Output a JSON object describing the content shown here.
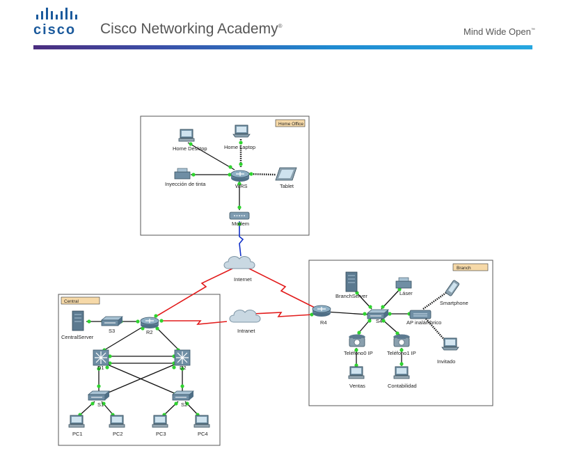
{
  "header": {
    "brand": "cisco",
    "academy": "Cisco Networking Academy",
    "registered": "®",
    "tagline": "Mind Wide Open",
    "tagline_mark": "™",
    "rule_colors": [
      "#4b2d7f",
      "#1f8bd1",
      "#27a7e0"
    ]
  },
  "areas": {
    "home_office": "Home Office",
    "branch": "Branch",
    "central": "Central"
  },
  "devices": {
    "home_desktop": "Home Desktop",
    "home_laptop": "Home Laptop",
    "inyeccion": "Inyección de tinta",
    "wrs": "WRS",
    "tablet": "Tablet",
    "modem": "Modem",
    "internet": "Internet",
    "intranet": "Intranet",
    "central_server": "CentralServer",
    "s3": "S3",
    "r2": "R2",
    "d1": "D1",
    "d2": "D2",
    "s1": "S1",
    "s2": "S2",
    "pc1": "PC1",
    "pc2": "PC2",
    "pc3": "PC3",
    "pc4": "PC4",
    "branch_server": "BranchServer",
    "laser": "Láser",
    "smartphone": "Smartphone",
    "r4": "R4",
    "s4": "S4",
    "ap": "AP inalámbrico",
    "invitado": "Invitado",
    "telefono0": "Teléfono0 IP",
    "telefono1": "Teléfono1 IP",
    "ventas": "Ventas",
    "contabilidad": "Contabilidad"
  },
  "colors": {
    "serial_link": "#e21b1b",
    "wan_link": "#1030c8",
    "ethernet": "#111111",
    "port_indicator": "#2fd42f",
    "area_tag": "#f6d9a8"
  }
}
